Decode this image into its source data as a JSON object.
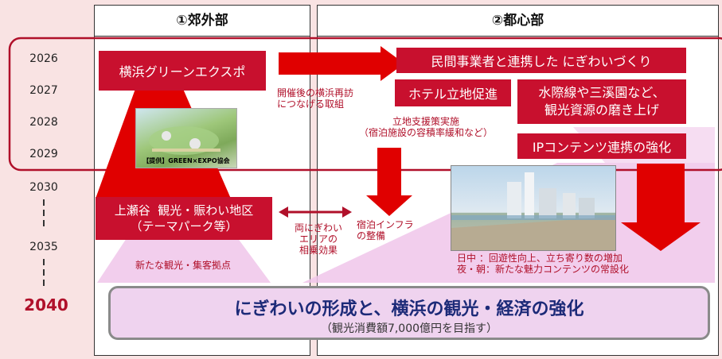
{
  "timeline": {
    "years": [
      "2026",
      "2027",
      "2028",
      "2029",
      "2030",
      "2035"
    ],
    "final_year": "2040"
  },
  "panels": {
    "suburban": {
      "header": "①郊外部"
    },
    "urban": {
      "header": "②都心部"
    }
  },
  "suburban": {
    "expo_label": "横浜グリーンエクスポ",
    "image_caption": "【提供】GREEN×EXPO協会",
    "after_event_note": [
      "開催後の横浜再訪",
      "につなげる取組"
    ],
    "kamiseya_box": [
      "上瀬谷  観光・賑わい地区",
      "（テーマパーク等）"
    ],
    "new_hub_note": "新たな観光・集客拠点",
    "synergy_note": [
      "両にぎわい",
      "エリアの",
      "相乗効果"
    ]
  },
  "urban": {
    "private_box": "民間事業者と連携した にぎわいづくり",
    "hotel_box": "ホテル立地促進",
    "waterfront_box": [
      "水際線や三溪園など、",
      "観光資源の磨き上げ"
    ],
    "support_note": [
      "立地支援策実施",
      "（宿泊施設の容積率緩和など）"
    ],
    "ip_box": "IPコンテンツ連携の強化",
    "lodging_note": [
      "宿泊インフラ",
      "の整備"
    ],
    "effects_note": [
      "日中 ：回遊性向上、立ち寄り数の増加",
      "夜・朝：新たな魅力コンテンツの常設化"
    ]
  },
  "goal": {
    "title": "にぎわいの形成と、横浜の観光・経済の強化",
    "subtitle": "（観光消費額7,000億円を目指す）"
  },
  "colors": {
    "accent_red": "#c8102e",
    "background_pink": "#f9e3e3",
    "goal_fill": "#efd3ef",
    "area_pink": "#f0c6ea"
  }
}
